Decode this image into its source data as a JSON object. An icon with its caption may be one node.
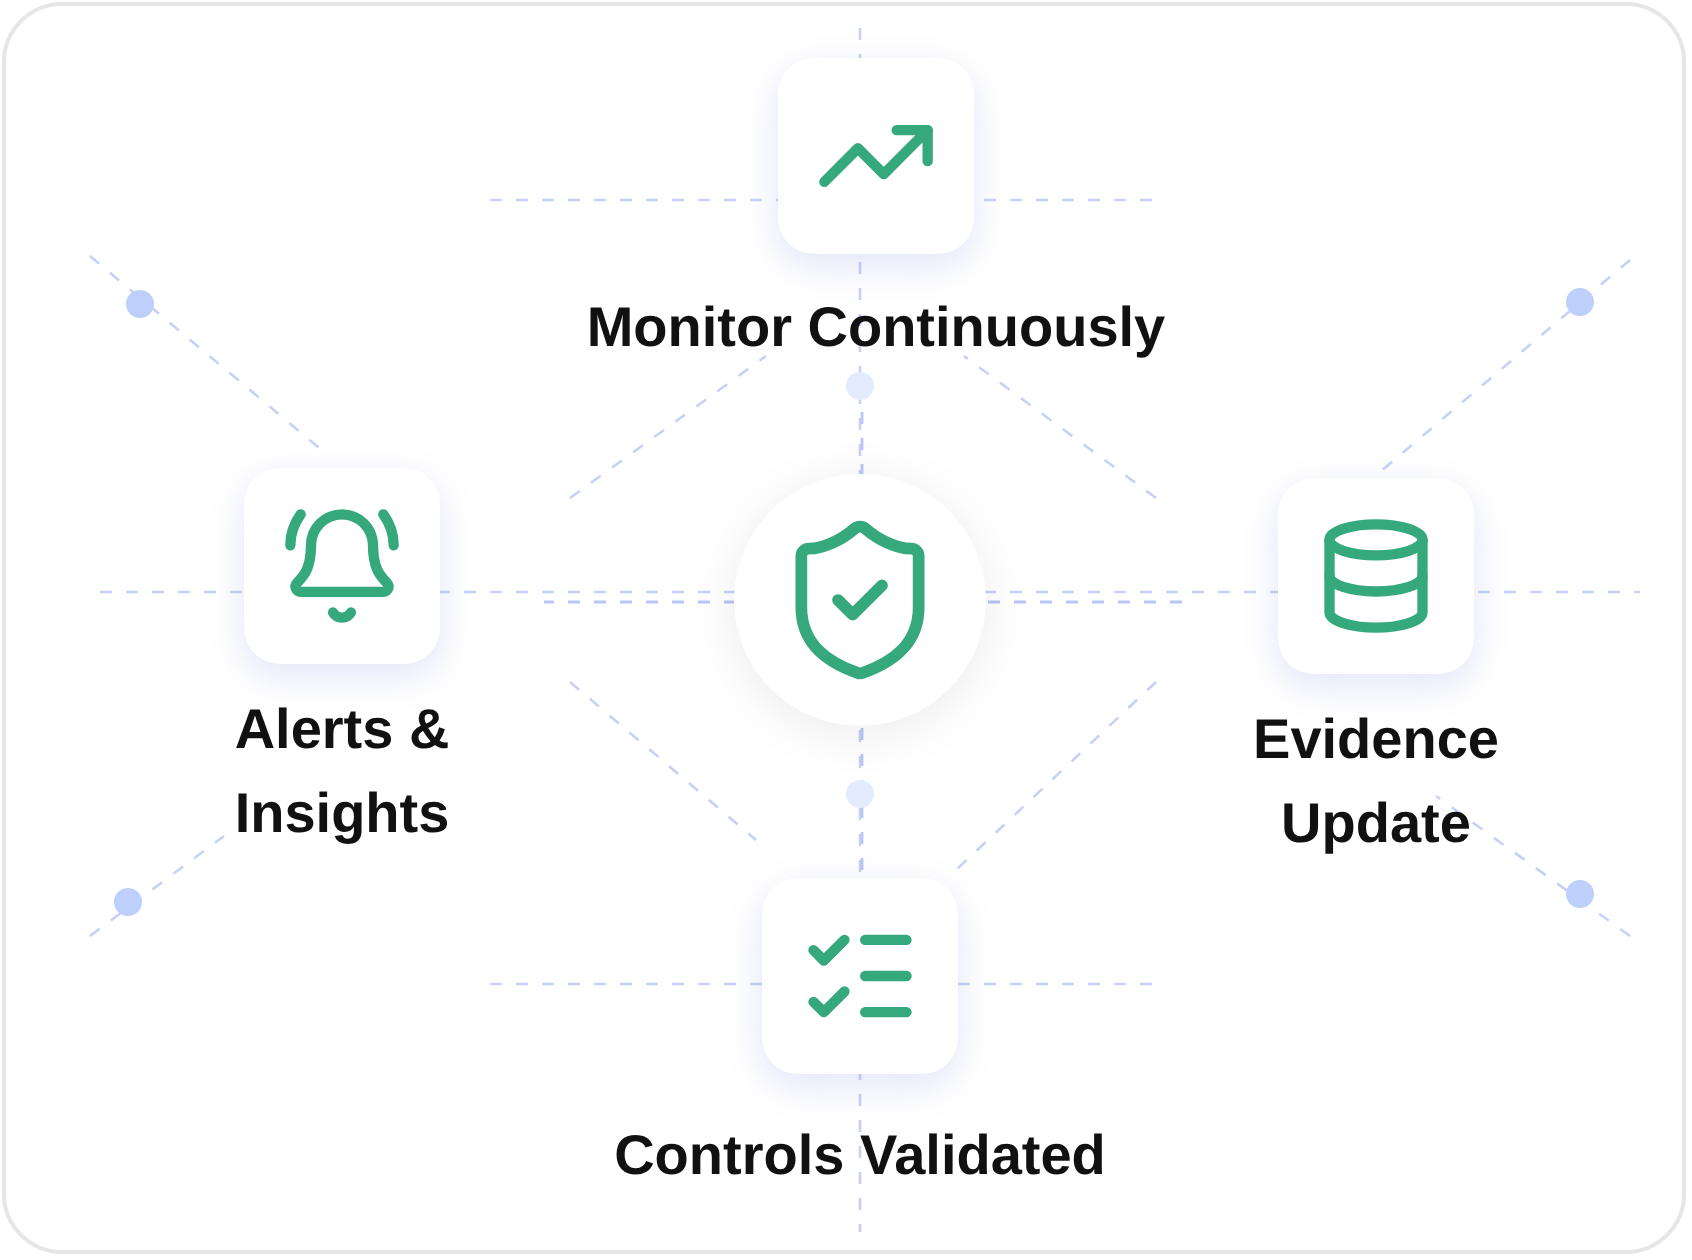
{
  "diagram": {
    "nodes": [
      {
        "text": [
          "Monitor Continuously"
        ]
      },
      {
        "text": [
          "Alerts & Insights"
        ]
      },
      {
        "text": [],
        "shape": "circle"
      },
      {
        "text": [
          "Evidence Update"
        ]
      },
      {
        "text": [
          "Controls Validated"
        ]
      }
    ],
    "edges": [
      {
        "from": 2,
        "to": 0,
        "arrow": "none",
        "style": "dashed"
      },
      {
        "from": 2,
        "to": 1,
        "arrow": "none",
        "style": "dashed"
      },
      {
        "from": 2,
        "to": 3,
        "arrow": "none",
        "style": "dashed"
      },
      {
        "from": 2,
        "to": 4,
        "arrow": "none",
        "style": "dashed"
      }
    ]
  }
}
